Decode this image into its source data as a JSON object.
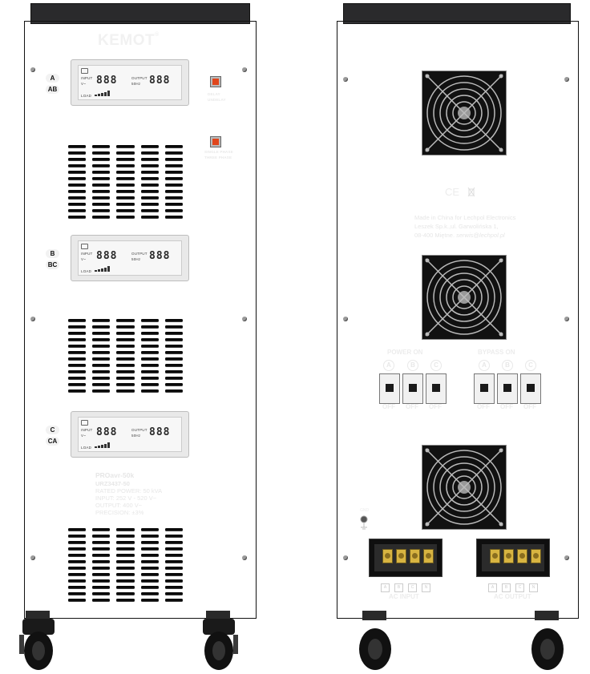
{
  "front": {
    "brand": "KEMOT",
    "registered": "®",
    "phases": [
      {
        "badge1": "A",
        "badge2": "AB"
      },
      {
        "badge1": "B",
        "badge2": "BC"
      },
      {
        "badge1": "C",
        "badge2": "CA"
      }
    ],
    "lcd": {
      "input_label": "INPUT",
      "output_label": "OUTPUT",
      "load_label": "LOAD",
      "input_digits": "888",
      "output_digits": "888",
      "freq_label": "50Hz",
      "v_label": "V~"
    },
    "switch1": {
      "label1": "DELAY",
      "label2": "UNDELAY"
    },
    "switch2": {
      "label1": "SINGLE PHASE",
      "label2": "THREE PHASE"
    },
    "specs": {
      "model": "PROavr-50k",
      "code": "URZ3437-50",
      "power": "RATED POWER: 50 kVA",
      "input": "INPUT: 252 V - 520 V~",
      "output": "OUTPUT: 400 V~",
      "precision": "PRECISION: ±3%"
    }
  },
  "back": {
    "ce": "CE",
    "made_line1": "Made in China for Lechpol Electronics",
    "made_line2": "Leszek Sp.k.,ul. Garwolińska 1,",
    "made_line3_a": "08-400 Miętne.",
    "made_line3_b": "serwis@lechpol.pl",
    "power_on": "POWER ON",
    "bypass_on": "BYPASS ON",
    "phase_letters": [
      "A",
      "B",
      "C"
    ],
    "off_label": "OFF",
    "gnd": "GND",
    "ac_input": "AC INPUT",
    "ac_output": "AC OUTPUT",
    "terminal_letters": [
      "A",
      "B",
      "C",
      "N"
    ]
  },
  "colors": {
    "cabinet": "#1d1d1f",
    "switch_accent": "#e0461c",
    "lug": "#d8b441"
  }
}
